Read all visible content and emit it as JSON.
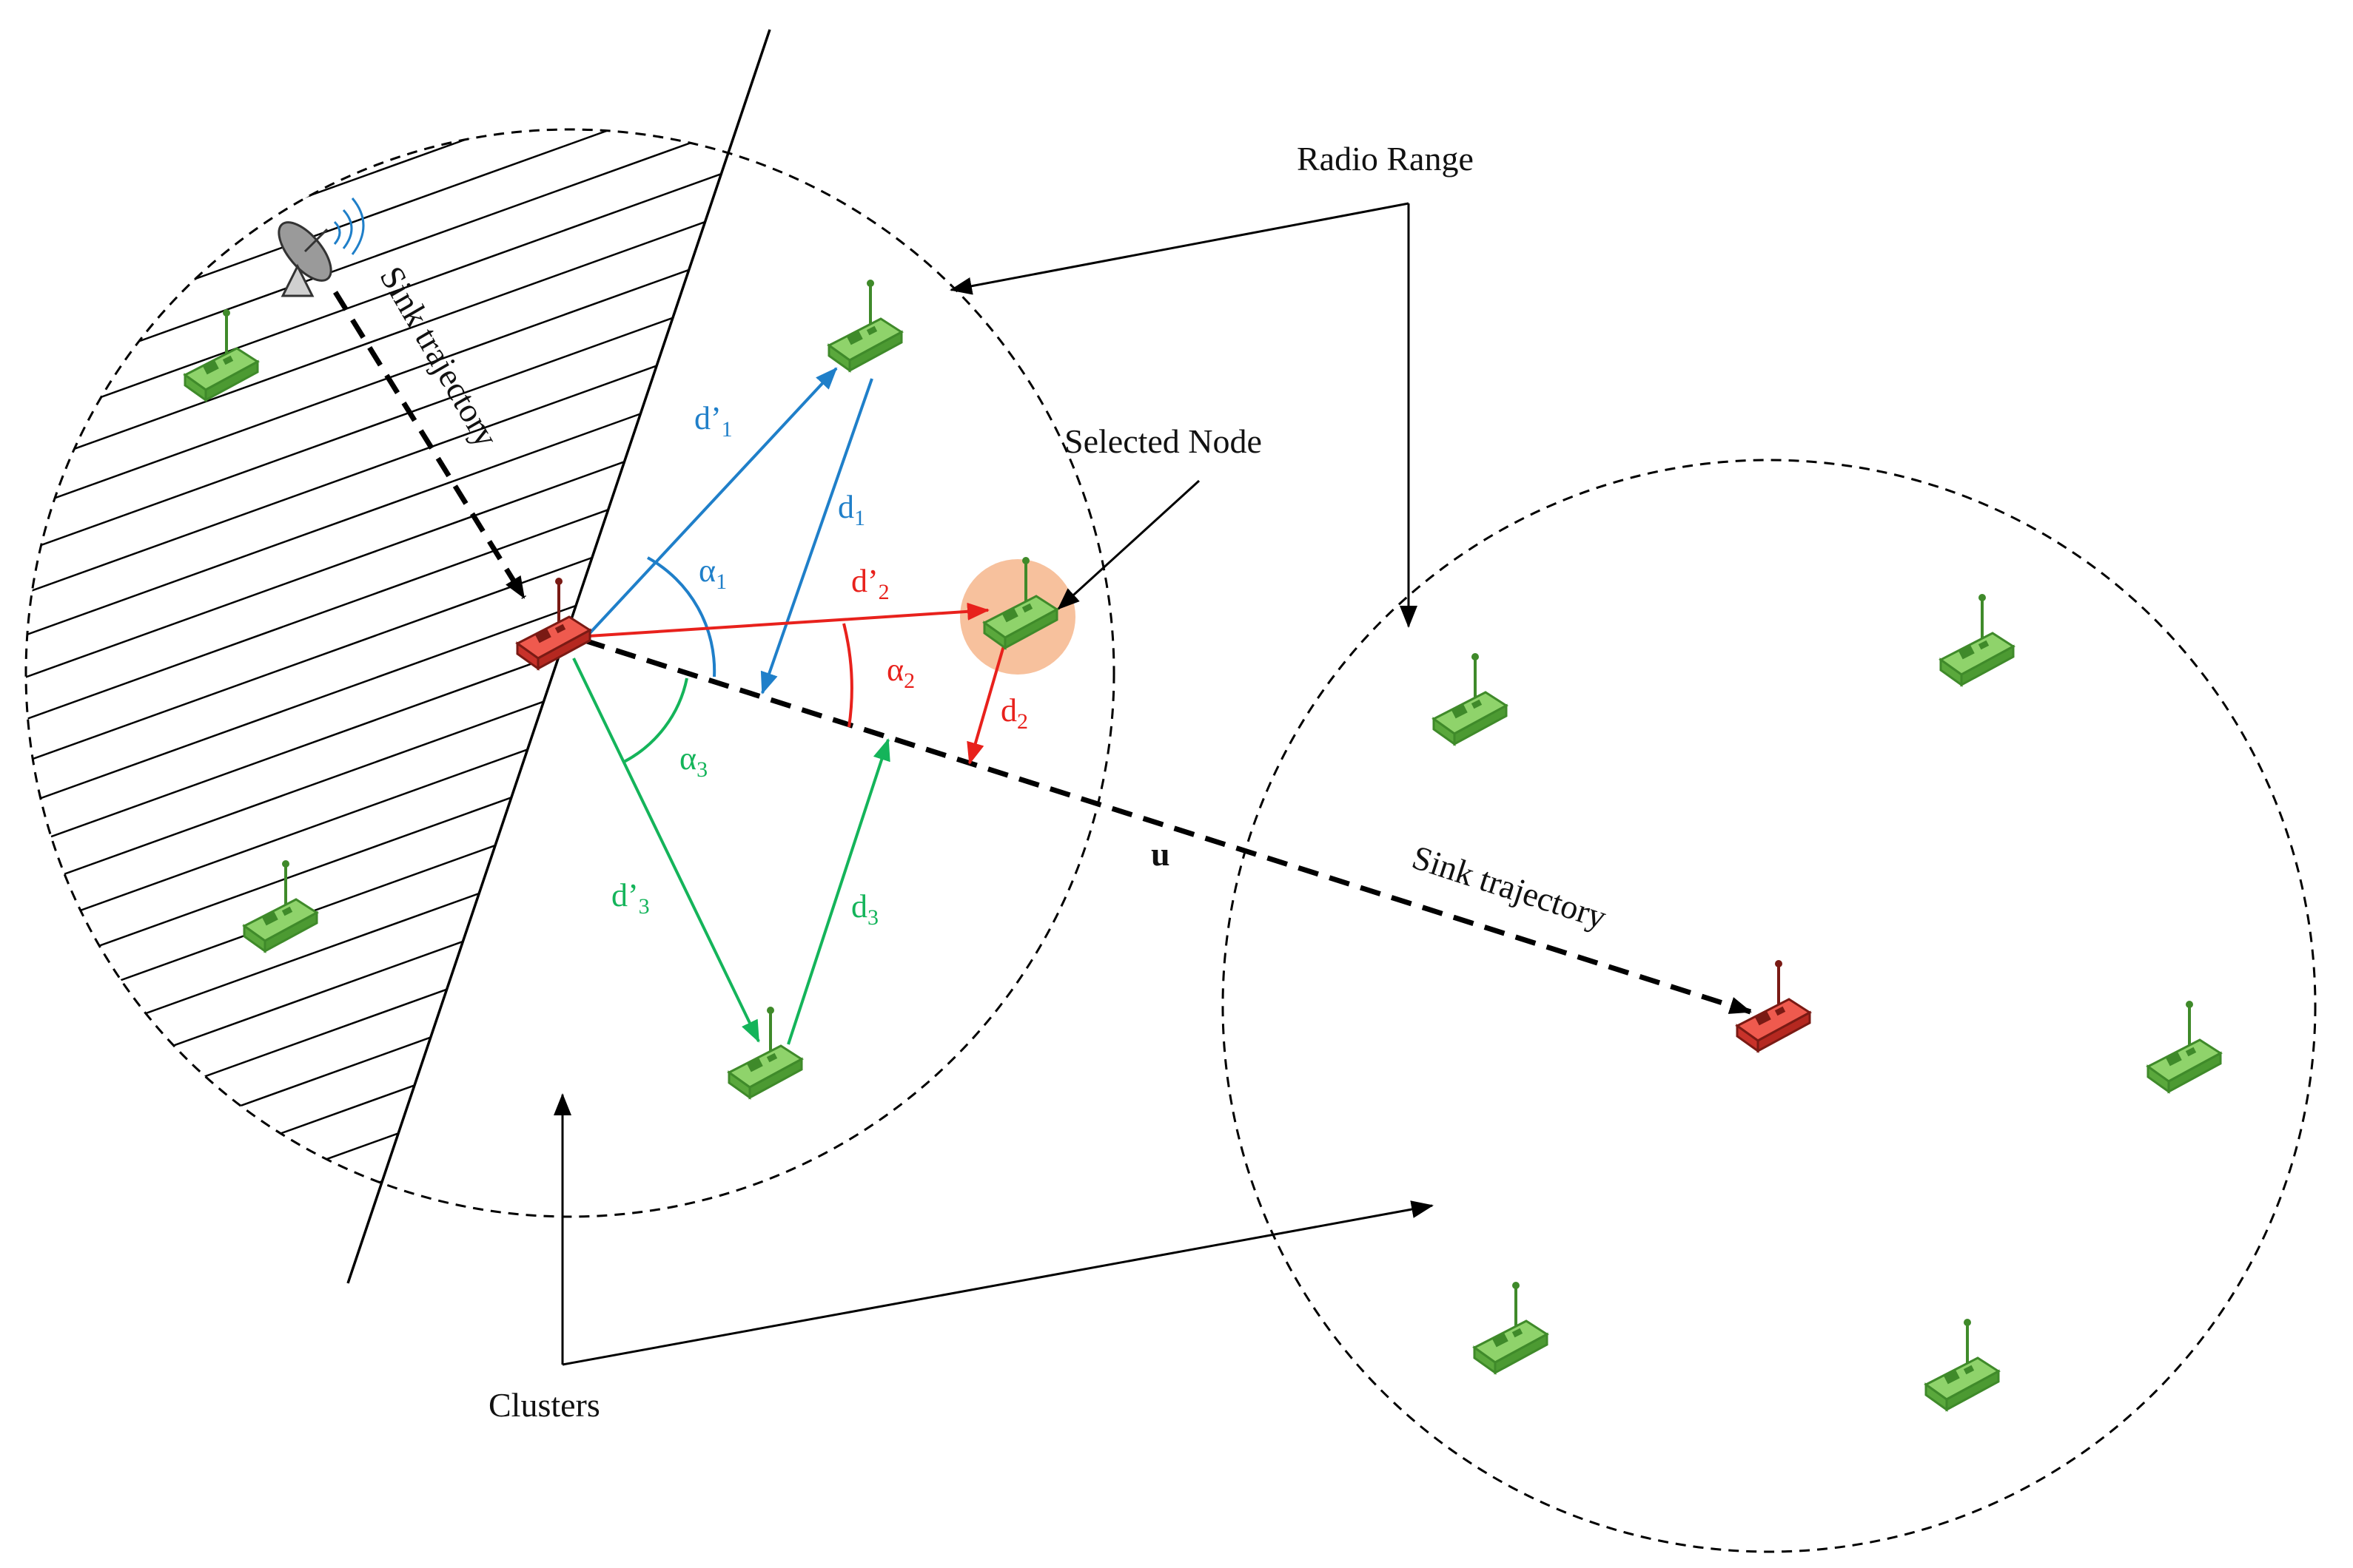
{
  "labels": {
    "radio_range": "Radio Range",
    "selected_node": "Selected Node",
    "clusters": "Clusters",
    "sink_trajectory_left": "Sink trajectory",
    "sink_trajectory_right": "Sink trajectory",
    "u": "u"
  },
  "symbols": {
    "d1p": {
      "main": "d’",
      "sub": "1"
    },
    "d1": {
      "main": "d",
      "sub": "1"
    },
    "d2p": {
      "main": "d’",
      "sub": "2"
    },
    "d2": {
      "main": "d",
      "sub": "2"
    },
    "d3p": {
      "main": "d’",
      "sub": "3"
    },
    "d3": {
      "main": "d",
      "sub": "3"
    },
    "a1": {
      "main": "α",
      "sub": "1"
    },
    "a2": {
      "main": "α",
      "sub": "2"
    },
    "a3": {
      "main": "α",
      "sub": "3"
    }
  },
  "colors": {
    "blue": "#1f7fc9",
    "red": "#e8211c",
    "green": "#14b45a",
    "node_green": "#6cc04a",
    "node_red": "#e03a30",
    "highlight": "#f7c19d"
  },
  "icons": {
    "sensor_node": "sensor-node-icon",
    "sink_node": "sink-node-icon",
    "satellite_dish": "satellite-dish-icon"
  }
}
